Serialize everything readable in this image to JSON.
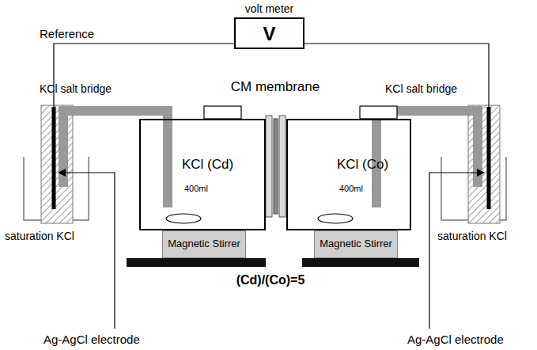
{
  "diagram": {
    "nodes": [
      {
        "text": [
          "volt meter",
          "V"
        ]
      },
      {
        "text": [
          "KCl (Cd)",
          "400ml"
        ]
      },
      {
        "text": [
          "Magnetic Stirrer"
        ]
      },
      {
        "text": [
          "KCl (Co)",
          "400ml"
        ]
      },
      {
        "text": [
          "Magnetic Stirrer"
        ]
      }
    ],
    "labels": [
      "Reference",
      "KCl salt bridge",
      "KCl salt bridge",
      "CM membrane",
      "saturation KCl",
      "saturation KCl",
      "(Cd)/(Co)=5",
      "Ag-AgCl electrode",
      "Ag-AgCl electrode"
    ]
  }
}
